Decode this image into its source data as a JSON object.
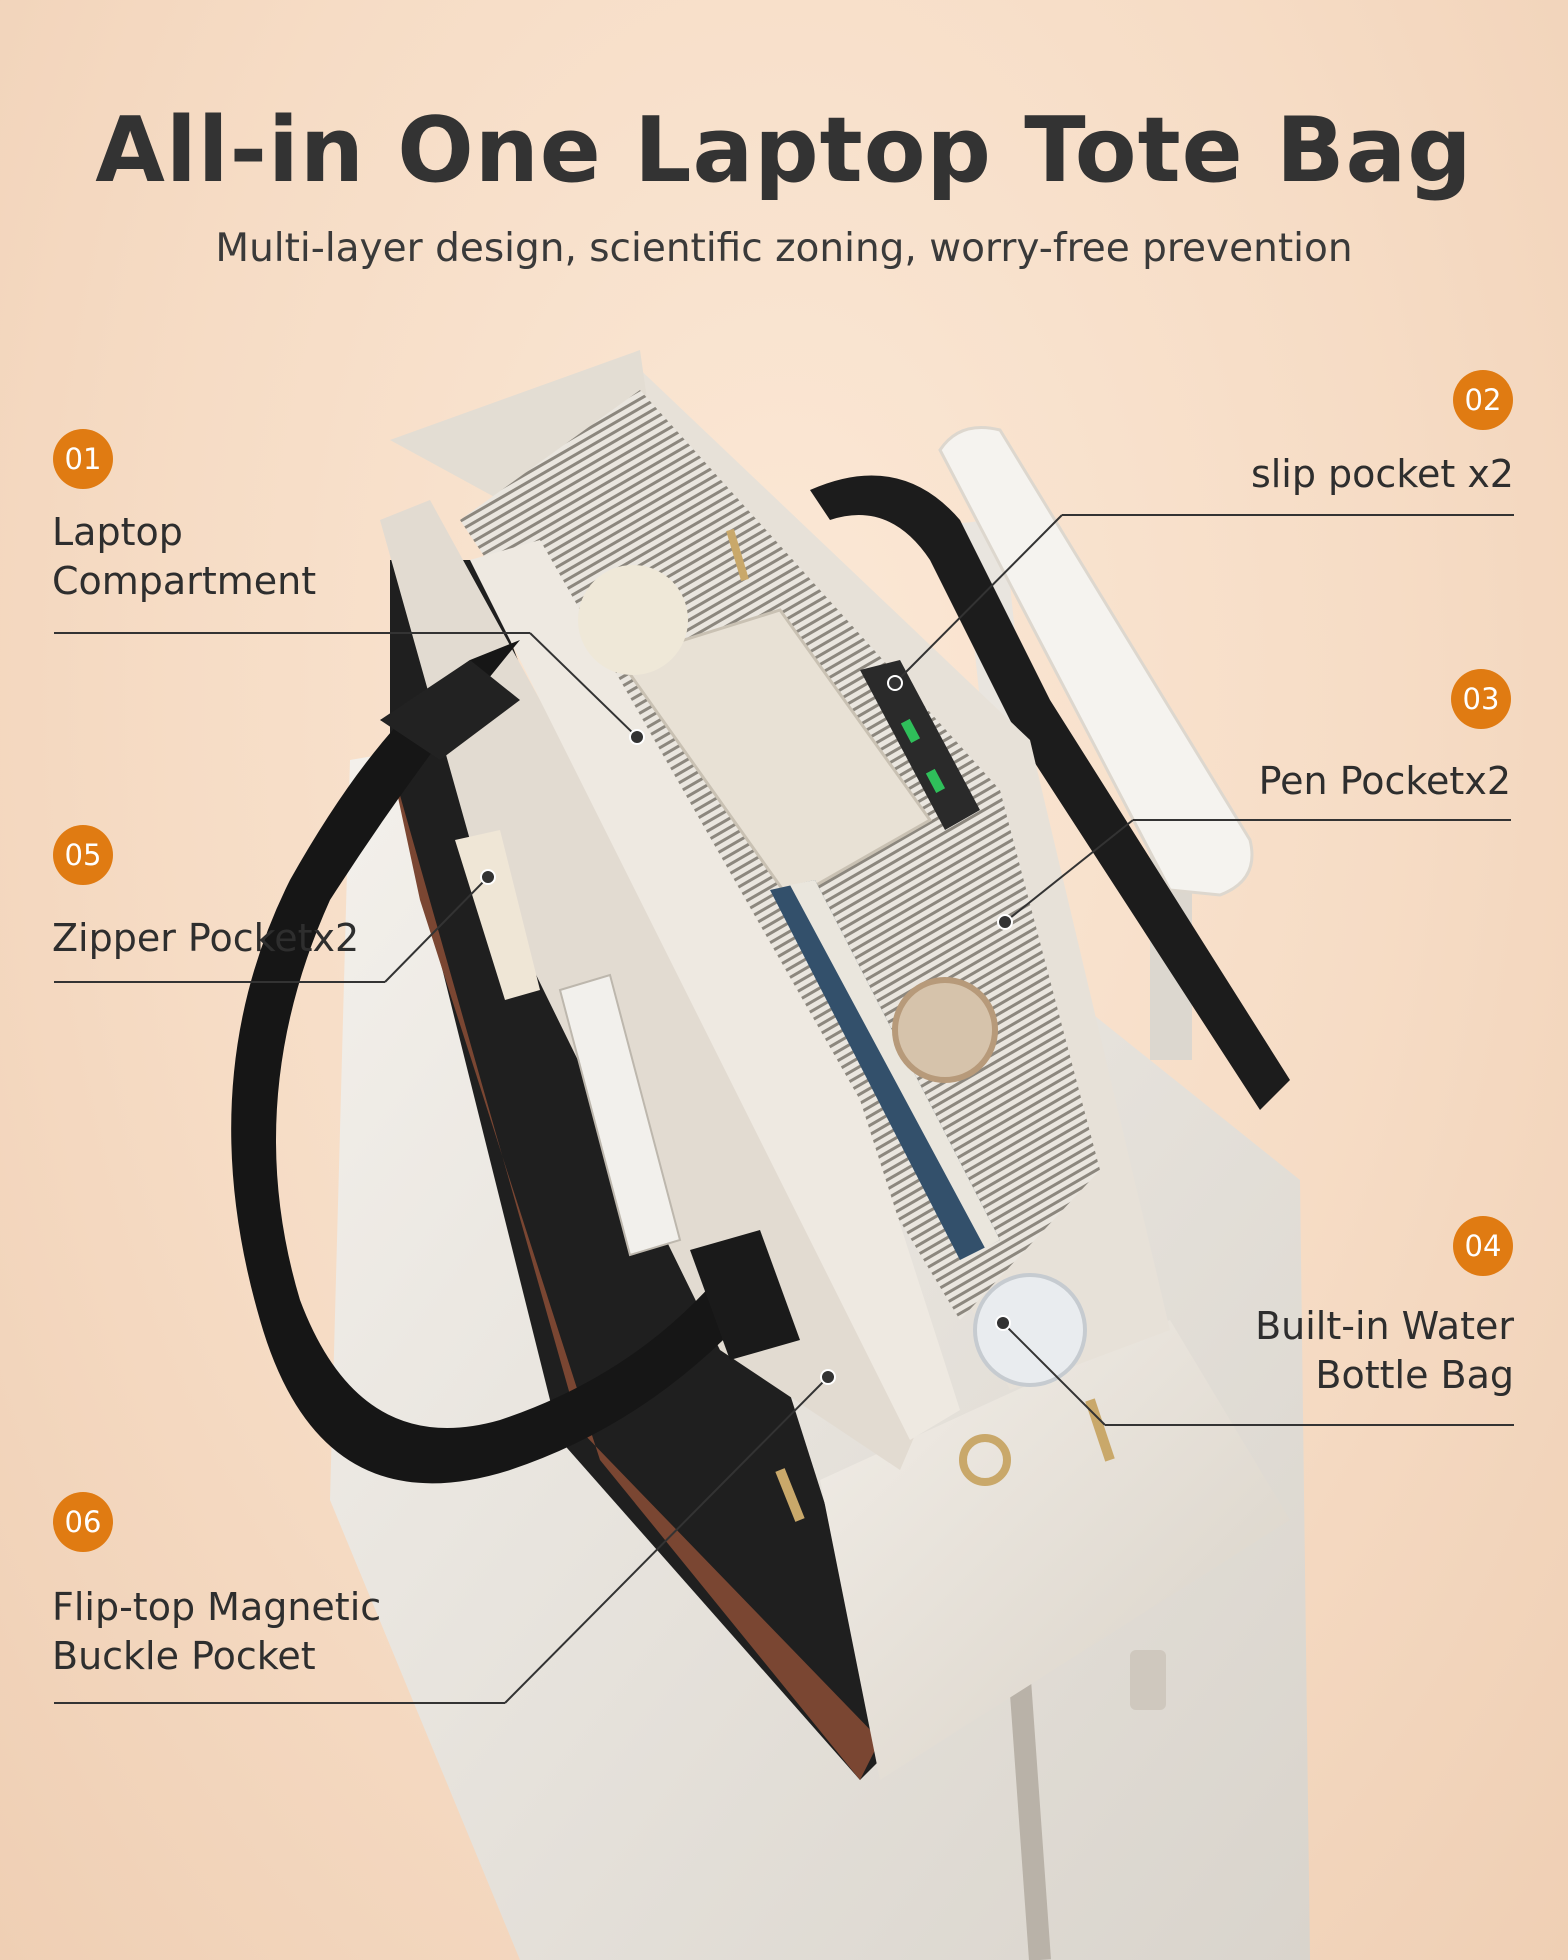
{
  "title": "All-in One Laptop Tote Bag",
  "subtitle": "Multi-layer design, scientific zoning, worry-free prevention",
  "colors": {
    "badge": "#e07b12",
    "background": "#f6dcc5",
    "tote_cream": "#ece6dd",
    "strap_black": "#1c1c1c"
  },
  "features": [
    {
      "number": "01",
      "line1": "Laptop",
      "line2": "Compartment"
    },
    {
      "number": "02",
      "line1": "slip pocket x2",
      "line2": ""
    },
    {
      "number": "03",
      "line1": "Pen Pocketx2",
      "line2": ""
    },
    {
      "number": "04",
      "line1": "Built-in Water",
      "line2": "Bottle Bag"
    },
    {
      "number": "05",
      "line1": "Zipper Pocketx2",
      "line2": ""
    },
    {
      "number": "06",
      "line1": "Flip-top Magnetic",
      "line2": "Buckle Pocket"
    }
  ]
}
